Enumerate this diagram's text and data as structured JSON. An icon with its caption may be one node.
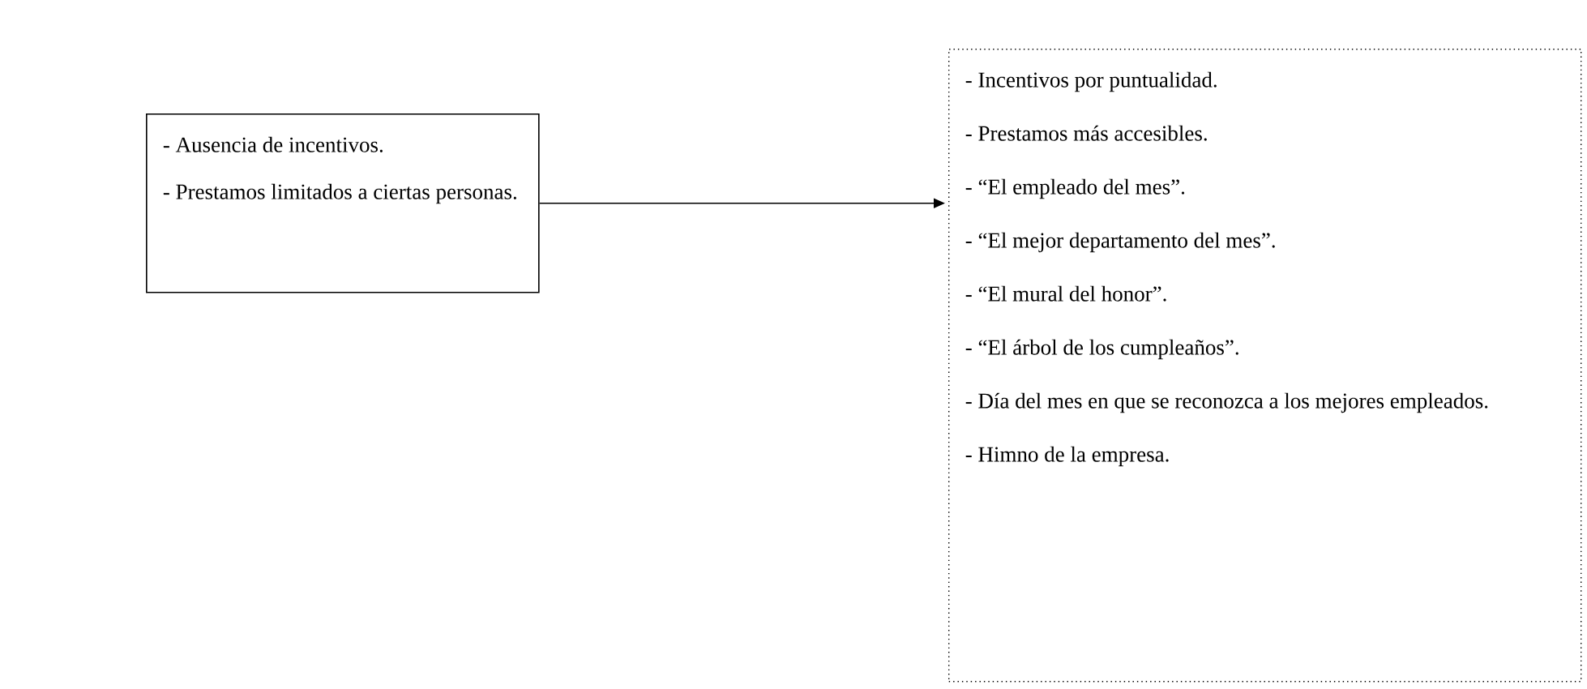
{
  "diagram": {
    "nodes": [
      {
        "text": [
          "- Ausencia de incentivos.",
          "- Prestamos limitados a ciertas personas."
        ]
      },
      {
        "text": [
          "- Incentivos por puntualidad.",
          "- Prestamos más accesibles.",
          "- “El empleado del mes”.",
          "- “El mejor departamento del mes”.",
          "- “El mural del honor”.",
          "- “El árbol de los cumpleaños”.",
          "- Día del mes en que se reconozca a los mejores empleados.",
          "- Himno de la empresa."
        ]
      }
    ],
    "edges": [
      {
        "from": 0,
        "to": 1,
        "arrow": "to"
      }
    ]
  }
}
